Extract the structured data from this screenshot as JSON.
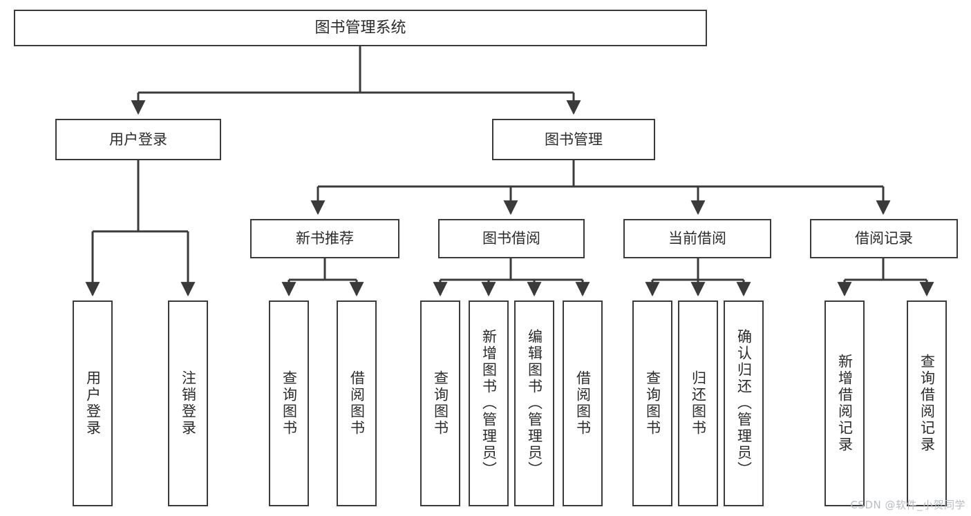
{
  "diagram": {
    "type": "tree-hierarchy-diagram",
    "title": "图书管理系统",
    "colors": {
      "stroke": "#3a3a3a",
      "fill": "#ffffff",
      "text": "#2b2b2b",
      "watermark": "#b9bcc0"
    },
    "root": {
      "label": "图书管理系统"
    },
    "level2": [
      {
        "label": "用户登录"
      },
      {
        "label": "图书管理"
      }
    ],
    "level3": [
      {
        "label": "新书推荐"
      },
      {
        "label": "图书借阅"
      },
      {
        "label": "当前借阅"
      },
      {
        "label": "借阅记录"
      }
    ],
    "leaves": {
      "user_login": [
        {
          "label": "用户登录"
        },
        {
          "label": "注销登录"
        }
      ],
      "new_book_recommend": [
        {
          "label": "查询图书"
        },
        {
          "label": "借阅图书"
        }
      ],
      "book_borrow": [
        {
          "label": "查询图书"
        },
        {
          "label": "新增图书（管理员）"
        },
        {
          "label": "编辑图书（管理员）"
        },
        {
          "label": "借阅图书"
        }
      ],
      "current_borrow": [
        {
          "label": "查询图书"
        },
        {
          "label": "归还图书"
        },
        {
          "label": "确认归还（管理员）"
        }
      ],
      "borrow_record": [
        {
          "label": "新增借阅记录"
        },
        {
          "label": "查询借阅记录"
        }
      ]
    },
    "watermark": "CSDN @软件_小贺同学"
  }
}
